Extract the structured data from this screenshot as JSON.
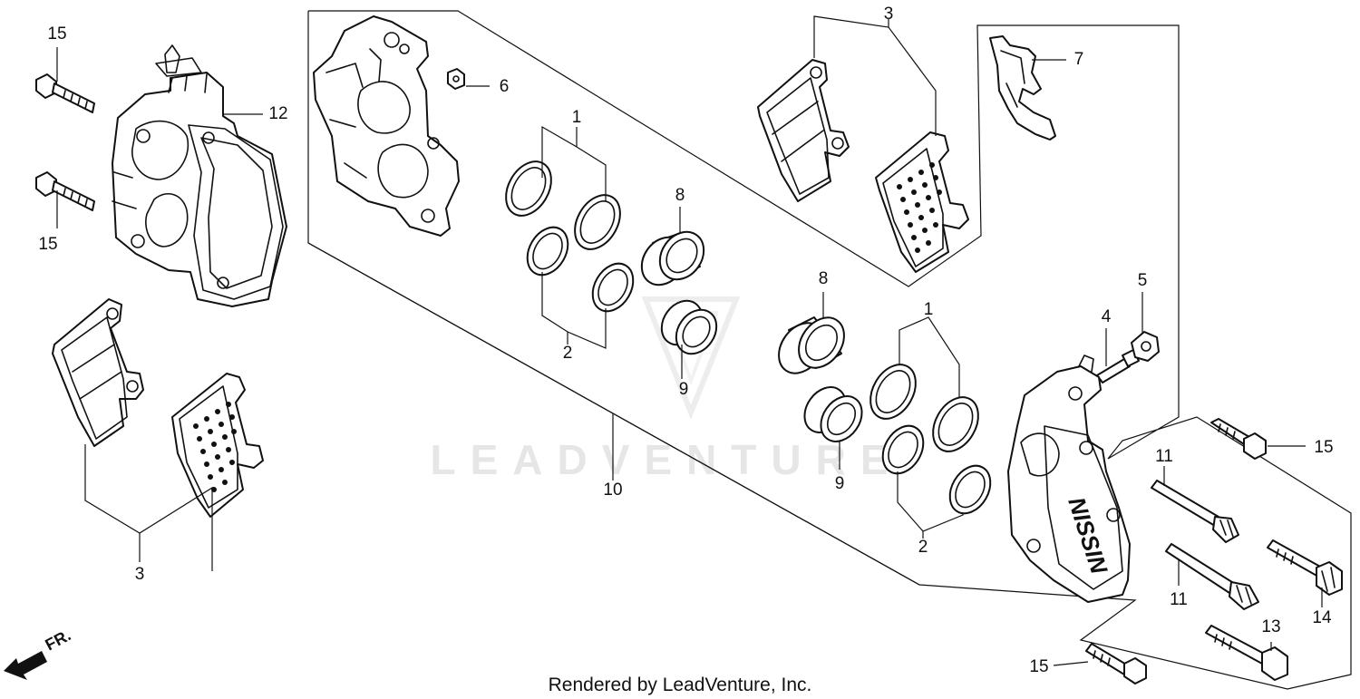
{
  "diagram": {
    "watermark_text": "LEADVENTURE",
    "footer_text": "Rendered by LeadVenture, Inc.",
    "direction_label": "FR.",
    "caliper_logo": "NISSIN",
    "callouts": [
      "1",
      "2",
      "3",
      "4",
      "5",
      "6",
      "7",
      "8",
      "9",
      "10",
      "11",
      "12",
      "13",
      "14",
      "15"
    ]
  }
}
